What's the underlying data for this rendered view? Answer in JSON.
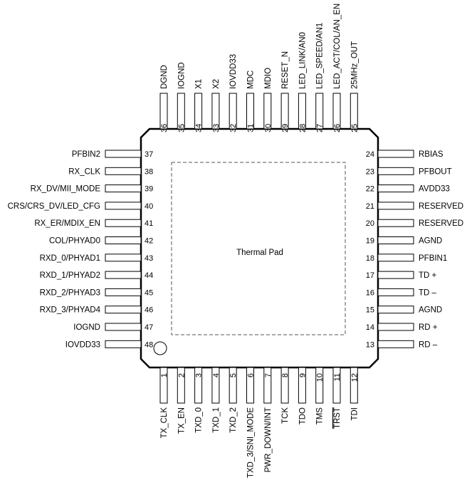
{
  "package": {
    "thermal_pad_label": "Thermal Pad"
  },
  "pins": {
    "bottom": [
      {
        "num": "1",
        "name": "TX_CLK"
      },
      {
        "num": "2",
        "name": "TX_EN"
      },
      {
        "num": "3",
        "name": "TXD_0"
      },
      {
        "num": "4",
        "name": "TXD_1"
      },
      {
        "num": "5",
        "name": "TXD_2"
      },
      {
        "num": "6",
        "name": "TXD_3/SNI_MODE"
      },
      {
        "num": "7",
        "name": "PWR_DOWN/INT"
      },
      {
        "num": "8",
        "name": "TCK"
      },
      {
        "num": "9",
        "name": "TDO"
      },
      {
        "num": "10",
        "name": "TMS"
      },
      {
        "num": "11",
        "name": "TRST"
      },
      {
        "num": "12",
        "name": "TDI"
      }
    ],
    "right": [
      {
        "num": "13",
        "name": "RD –"
      },
      {
        "num": "14",
        "name": "RD +"
      },
      {
        "num": "15",
        "name": "AGND"
      },
      {
        "num": "16",
        "name": "TD –"
      },
      {
        "num": "17",
        "name": "TD +"
      },
      {
        "num": "18",
        "name": "PFBIN1"
      },
      {
        "num": "19",
        "name": "AGND"
      },
      {
        "num": "20",
        "name": "RESERVED"
      },
      {
        "num": "21",
        "name": "RESERVED"
      },
      {
        "num": "22",
        "name": "AVDD33"
      },
      {
        "num": "23",
        "name": "PFBOUT"
      },
      {
        "num": "24",
        "name": "RBIAS"
      }
    ],
    "top": [
      {
        "num": "25",
        "name": "25MHz_OUT"
      },
      {
        "num": "26",
        "name": "LED_ACT/COL/AN_EN"
      },
      {
        "num": "27",
        "name": "LED_SPEED/AN1"
      },
      {
        "num": "28",
        "name": "LED_LINK/AN0"
      },
      {
        "num": "29",
        "name": "RESET_N"
      },
      {
        "num": "30",
        "name": "MDIO"
      },
      {
        "num": "31",
        "name": "MDC"
      },
      {
        "num": "32",
        "name": "IOVDD33"
      },
      {
        "num": "33",
        "name": "X2"
      },
      {
        "num": "34",
        "name": "X1"
      },
      {
        "num": "35",
        "name": "IOGND"
      },
      {
        "num": "36",
        "name": "DGND"
      }
    ],
    "left": [
      {
        "num": "37",
        "name": "PFBIN2"
      },
      {
        "num": "38",
        "name": "RX_CLK"
      },
      {
        "num": "39",
        "name": "RX_DV/MII_MODE"
      },
      {
        "num": "40",
        "name": "CRS/CRS_DV/LED_CFG"
      },
      {
        "num": "41",
        "name": "RX_ER/MDIX_EN"
      },
      {
        "num": "42",
        "name": "COL/PHYAD0"
      },
      {
        "num": "43",
        "name": "RXD_0/PHYAD1"
      },
      {
        "num": "44",
        "name": "RXD_1/PHYAD2"
      },
      {
        "num": "45",
        "name": "RXD_2/PHYAD3"
      },
      {
        "num": "46",
        "name": "RXD_3/PHYAD4"
      },
      {
        "num": "47",
        "name": "IOGND"
      },
      {
        "num": "48",
        "name": "IOVDD33"
      }
    ]
  },
  "overlined_pins": [
    "11"
  ]
}
